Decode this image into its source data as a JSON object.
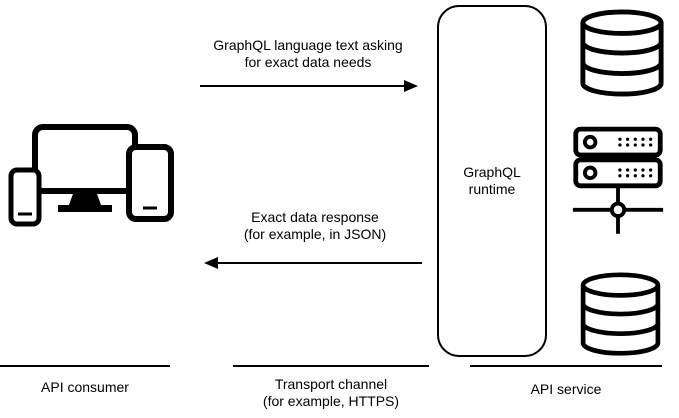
{
  "arrows": {
    "request": {
      "line1": "GraphQL language text asking",
      "line2": "for exact data needs"
    },
    "response": {
      "line1": "Exact data response",
      "line2": "(for example, in JSON)"
    }
  },
  "runtime": {
    "line1": "GraphQL",
    "line2": "runtime"
  },
  "footer": {
    "consumer": "API consumer",
    "transport_line1": "Transport channel",
    "transport_line2": "(for example, HTTPS)",
    "service": "API service"
  },
  "icons": {
    "left": "client-devices-icon",
    "right_top": "database-icon",
    "right_middle": "server-icon",
    "right_bottom": "database-icon"
  },
  "colors": {
    "stroke": "#000000",
    "background": "#ffffff"
  }
}
